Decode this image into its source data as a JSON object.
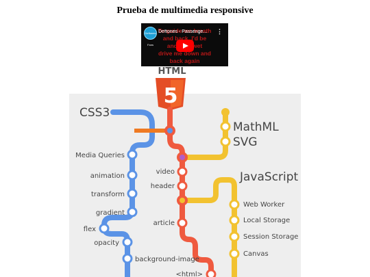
{
  "page": {
    "title": "Prueba de multimedia responsive"
  },
  "video": {
    "channel_initials": "Deftones Fans",
    "title": "Deftones - Passenge...",
    "menu_glyph": "⋮",
    "overlay_lines": [
      "To guide me breath",
      "and back, I'd be",
      "and kept wet",
      "drive me down and",
      "back again"
    ]
  },
  "logo": {
    "label": "HTML",
    "digit": "5",
    "color": "#e44d26"
  },
  "map": {
    "lines": {
      "css": "CSS3",
      "mathml": "MathML",
      "svg": "SVG",
      "javascript": "JavaScript"
    },
    "css_stations": [
      "Media Queries",
      "animation",
      "transform",
      "gradient",
      "flex",
      "opacity",
      "background-image"
    ],
    "html_stations": [
      "video",
      "header",
      "article",
      "<html>"
    ],
    "js_stations": [
      "Web Worker",
      "Local Storage",
      "Session Storage",
      "Canvas"
    ],
    "colors": {
      "css": "#5b93e6",
      "html": "#ef5a3f",
      "math": "#f2c230",
      "panel": "#eeeeee"
    }
  }
}
